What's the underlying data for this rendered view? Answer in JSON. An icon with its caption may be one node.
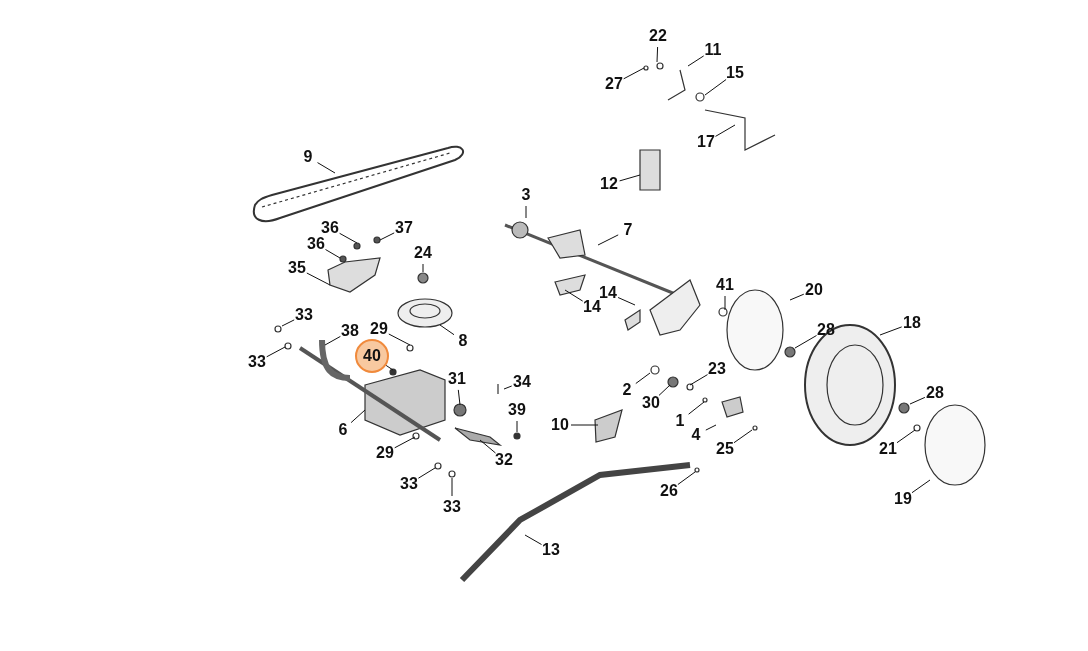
{
  "diagram": {
    "nodes": [
      {
        "text": [
          "22"
        ]
      },
      {
        "text": [
          "11"
        ]
      },
      {
        "text": [
          "15"
        ]
      },
      {
        "text": [
          "27"
        ]
      },
      {
        "text": [
          "17"
        ]
      },
      {
        "text": [
          "9"
        ]
      },
      {
        "text": [
          "12"
        ]
      },
      {
        "text": [
          "3"
        ]
      },
      {
        "text": [
          "7"
        ]
      },
      {
        "text": [
          "36"
        ]
      },
      {
        "text": [
          "37"
        ]
      },
      {
        "text": [
          "36"
        ]
      },
      {
        "text": [
          "24"
        ]
      },
      {
        "text": [
          "35"
        ]
      },
      {
        "text": [
          "41"
        ]
      },
      {
        "text": [
          "14"
        ]
      },
      {
        "text": [
          "20"
        ]
      },
      {
        "text": [
          "14"
        ]
      },
      {
        "text": [
          "33"
        ]
      },
      {
        "text": [
          "18"
        ]
      },
      {
        "text": [
          "38"
        ]
      },
      {
        "text": [
          "28"
        ]
      },
      {
        "text": [
          "29"
        ]
      },
      {
        "text": [
          "8"
        ]
      },
      {
        "text": [
          "33"
        ]
      },
      {
        "text": [
          "40"
        ]
      },
      {
        "text": [
          "23"
        ]
      },
      {
        "text": [
          "31"
        ]
      },
      {
        "text": [
          "34"
        ]
      },
      {
        "text": [
          "2"
        ]
      },
      {
        "text": [
          "28"
        ]
      },
      {
        "text": [
          "30"
        ]
      },
      {
        "text": [
          "39"
        ]
      },
      {
        "text": [
          "1"
        ]
      },
      {
        "text": [
          "10"
        ]
      },
      {
        "text": [
          "6"
        ]
      },
      {
        "text": [
          "4"
        ]
      },
      {
        "text": [
          "29"
        ]
      },
      {
        "text": [
          "21"
        ]
      },
      {
        "text": [
          "25"
        ]
      },
      {
        "text": [
          "32"
        ]
      },
      {
        "text": [
          "33"
        ]
      },
      {
        "text": [
          "26"
        ]
      },
      {
        "text": [
          "19"
        ]
      },
      {
        "text": [
          "33"
        ]
      },
      {
        "text": [
          "13"
        ]
      }
    ],
    "edges": [
      {
        "from": 0,
        "to": null,
        "arrow": "none"
      },
      {
        "from": 1,
        "to": null,
        "arrow": "none"
      },
      {
        "from": 2,
        "to": null,
        "arrow": "none"
      },
      {
        "from": 3,
        "to": null,
        "arrow": "none"
      },
      {
        "from": 4,
        "to": null,
        "arrow": "none"
      },
      {
        "from": 5,
        "to": null,
        "arrow": "none"
      },
      {
        "from": 6,
        "to": null,
        "arrow": "none"
      },
      {
        "from": 7,
        "to": null,
        "arrow": "none"
      },
      {
        "from": 8,
        "to": null,
        "arrow": "none"
      },
      {
        "from": 9,
        "to": null,
        "arrow": "none"
      },
      {
        "from": 10,
        "to": null,
        "arrow": "none"
      },
      {
        "from": 11,
        "to": null,
        "arrow": "none"
      },
      {
        "from": 12,
        "to": null,
        "arrow": "none"
      },
      {
        "from": 13,
        "to": null,
        "arrow": "none"
      },
      {
        "from": 14,
        "to": null,
        "arrow": "none"
      },
      {
        "from": 15,
        "to": null,
        "arrow": "none"
      },
      {
        "from": 16,
        "to": null,
        "arrow": "none"
      },
      {
        "from": 17,
        "to": null,
        "arrow": "none"
      },
      {
        "from": 18,
        "to": null,
        "arrow": "none"
      },
      {
        "from": 19,
        "to": null,
        "arrow": "none"
      },
      {
        "from": 20,
        "to": null,
        "arrow": "none"
      },
      {
        "from": 21,
        "to": null,
        "arrow": "none"
      },
      {
        "from": 22,
        "to": null,
        "arrow": "none"
      },
      {
        "from": 23,
        "to": null,
        "arrow": "none"
      },
      {
        "from": 24,
        "to": null,
        "arrow": "none"
      },
      {
        "from": 25,
        "to": null,
        "arrow": "none"
      },
      {
        "from": 26,
        "to": null,
        "arrow": "none"
      },
      {
        "from": 27,
        "to": null,
        "arrow": "none"
      },
      {
        "from": 28,
        "to": null,
        "arrow": "none"
      },
      {
        "from": 29,
        "to": null,
        "arrow": "none"
      },
      {
        "from": 30,
        "to": null,
        "arrow": "none"
      },
      {
        "from": 31,
        "to": null,
        "arrow": "none"
      },
      {
        "from": 32,
        "to": null,
        "arrow": "none"
      },
      {
        "from": 33,
        "to": null,
        "arrow": "none"
      },
      {
        "from": 34,
        "to": null,
        "arrow": "none"
      },
      {
        "from": 35,
        "to": null,
        "arrow": "none"
      },
      {
        "from": 36,
        "to": null,
        "arrow": "none"
      },
      {
        "from": 37,
        "to": null,
        "arrow": "none"
      },
      {
        "from": 38,
        "to": null,
        "arrow": "none"
      },
      {
        "from": 39,
        "to": null,
        "arrow": "none"
      },
      {
        "from": 40,
        "to": null,
        "arrow": "none"
      },
      {
        "from": 41,
        "to": null,
        "arrow": "none"
      },
      {
        "from": 42,
        "to": null,
        "arrow": "none"
      },
      {
        "from": 43,
        "to": null,
        "arrow": "none"
      },
      {
        "from": 44,
        "to": null,
        "arrow": "none"
      },
      {
        "from": 45,
        "to": null,
        "arrow": "none"
      }
    ]
  }
}
